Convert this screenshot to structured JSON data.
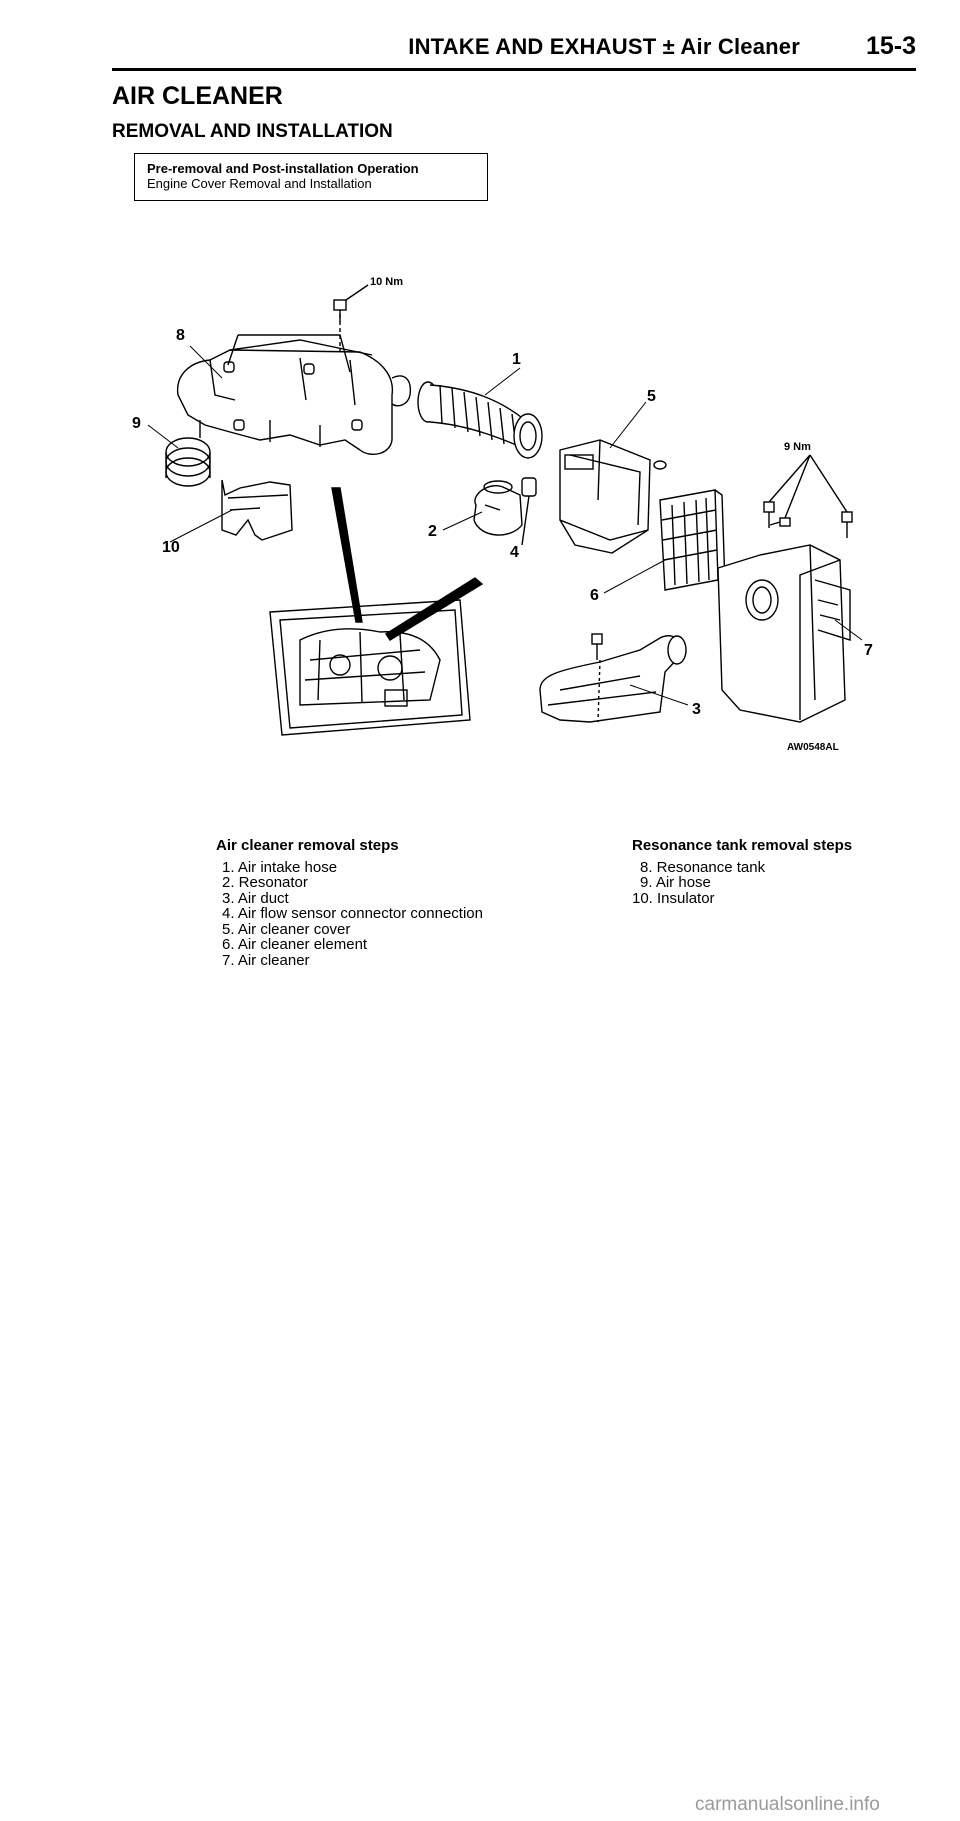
{
  "header": {
    "title": "INTAKE AND EXHAUST ± Air Cleaner",
    "page_number": "15-3"
  },
  "section_title": "AIR CLEANER",
  "subsection_title": "REMOVAL AND INSTALLATION",
  "pre_removal": {
    "heading": "Pre-removal and Post-installation Operation",
    "text": "Engine Cover Removal and Installation"
  },
  "diagram": {
    "torque_top": "10 Nm",
    "torque_right": "9 Nm",
    "figure_code": "AW0548AL",
    "callouts": [
      "1",
      "2",
      "3",
      "4",
      "5",
      "6",
      "7",
      "8",
      "9",
      "10"
    ]
  },
  "air_cleaner_steps": {
    "heading": "Air cleaner removal steps",
    "items": [
      "1. Air intake hose",
      "2. Resonator",
      "3. Air duct",
      "4. Air flow sensor connector connection",
      "5. Air cleaner cover",
      "6. Air cleaner element",
      "7. Air cleaner"
    ]
  },
  "resonance_steps": {
    "heading": "Resonance tank removal steps",
    "items": [
      "8. Resonance tank",
      "9. Air hose",
      "10. Insulator"
    ]
  },
  "footer_url": "carmanualsonline.info"
}
